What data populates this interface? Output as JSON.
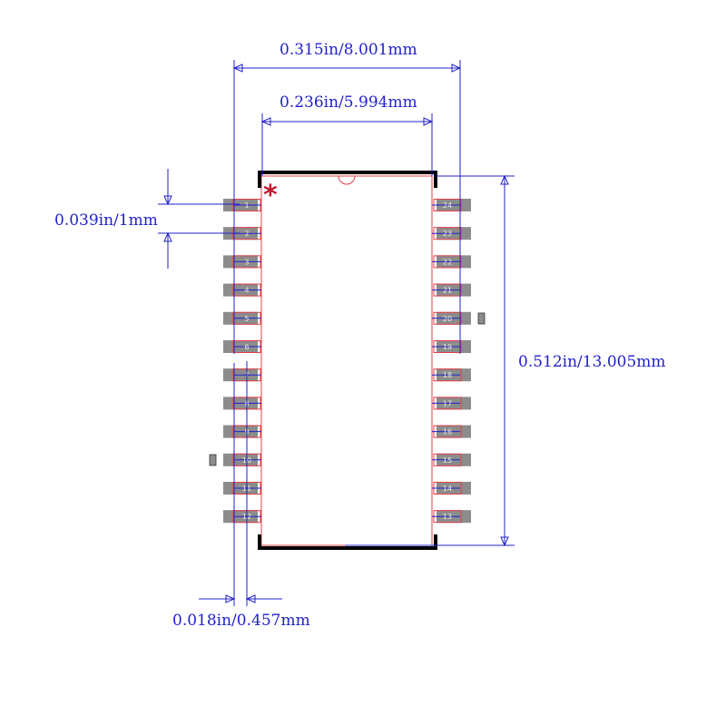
{
  "dimensions": {
    "overall_width": "0.315in/8.001mm",
    "body_width": "0.236in/5.994mm",
    "pitch": "0.039in/1mm",
    "length": "0.512in/13.005mm",
    "pad_width": "0.018in/0.457mm"
  },
  "pin1_marker": "*",
  "pins_left": [
    "1",
    "2",
    "3",
    "4",
    "5",
    "6",
    "7",
    "8",
    "9",
    "10",
    "11",
    "12"
  ],
  "pins_right": [
    "24",
    "23",
    "22",
    "21",
    "20",
    "19",
    "18",
    "17",
    "16",
    "15",
    "14",
    "13"
  ],
  "colors": {
    "dimension": "#2222cc",
    "outline": "#e0404a",
    "silkscreen": "#000000",
    "pad": "#8c8c8c",
    "marker": "#c01830"
  }
}
